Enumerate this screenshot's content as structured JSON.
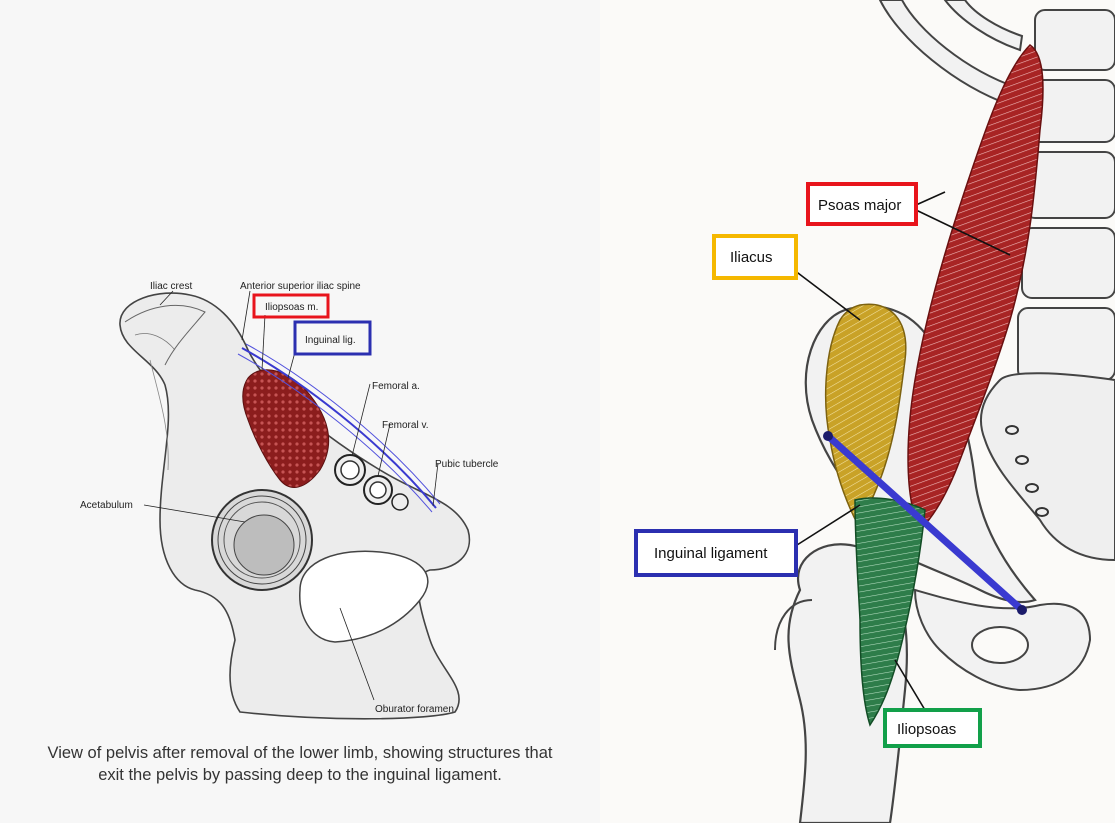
{
  "left_panel": {
    "labels": {
      "iliac_crest": "Iliac crest",
      "asis": "Anterior superior iliac spine",
      "iliopsoas": "Iliopsoas m.",
      "inguinal_lig": "Inguinal lig.",
      "femoral_a": "Femoral a.",
      "femoral_v": "Femoral v.",
      "pubic_tubercle": "Pubic tubercle",
      "acetabulum": "Acetabulum",
      "obturator": "Oburator foramen"
    },
    "caption_line1": "View of pelvis after removal of the lower limb, showing structures that",
    "caption_line2": "exit the pelvis by passing deep to the inguinal ligament."
  },
  "right_panel": {
    "labels": {
      "psoas_major": "Psoas major",
      "iliacus": "Iliacus",
      "inguinal_ligament": "Inguinal ligament",
      "iliopsoas": "Iliopsoas"
    }
  },
  "colors": {
    "red_box": "#e8141c",
    "blue_box": "#2b2fb0",
    "yellow_box": "#f5b800",
    "green_box": "#12a04a",
    "psoas_fill": "#8e1a1a",
    "iliacus_fill": "#c9a227",
    "iliopsoas_fill": "#1f6b3a",
    "ligament": "#3a3ad0"
  }
}
